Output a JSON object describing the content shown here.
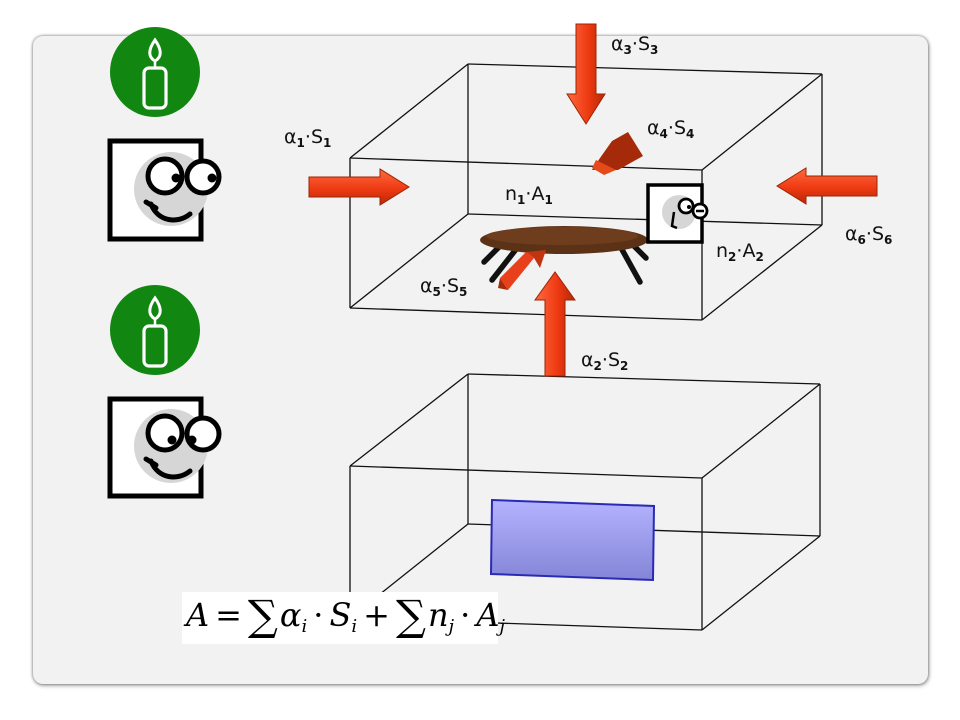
{
  "labels": {
    "a1": {
      "sym": "α",
      "idx": "1",
      "var": "S"
    },
    "a2": {
      "sym": "α",
      "idx": "2",
      "var": "S"
    },
    "a3": {
      "sym": "α",
      "idx": "3",
      "var": "S"
    },
    "a4": {
      "sym": "α",
      "idx": "4",
      "var": "S"
    },
    "a5": {
      "sym": "α",
      "idx": "5",
      "var": "S"
    },
    "a6": {
      "sym": "α",
      "idx": "6",
      "var": "S"
    },
    "n1": {
      "sym": "n",
      "idx": "1",
      "var": "A"
    },
    "n2": {
      "sym": "n",
      "idx": "2",
      "var": "A"
    },
    "dot": "·"
  },
  "formula": {
    "lhs": "A",
    "eq": "=",
    "sum": "∑",
    "alpha": "α",
    "i": "i",
    "S": "S",
    "plus": "+",
    "n": "n",
    "j": "j",
    "A": "A",
    "dot": "·"
  },
  "colors": {
    "arrow": "#f03c14",
    "arrow_dark": "#a52a0a",
    "candle_bg": "#118611",
    "table_top": "#5c3217",
    "window_fill": "#9b9bf0",
    "window_stroke": "#2a2ab5"
  },
  "icons": [
    "candle-icon",
    "smiley-face-icon"
  ]
}
